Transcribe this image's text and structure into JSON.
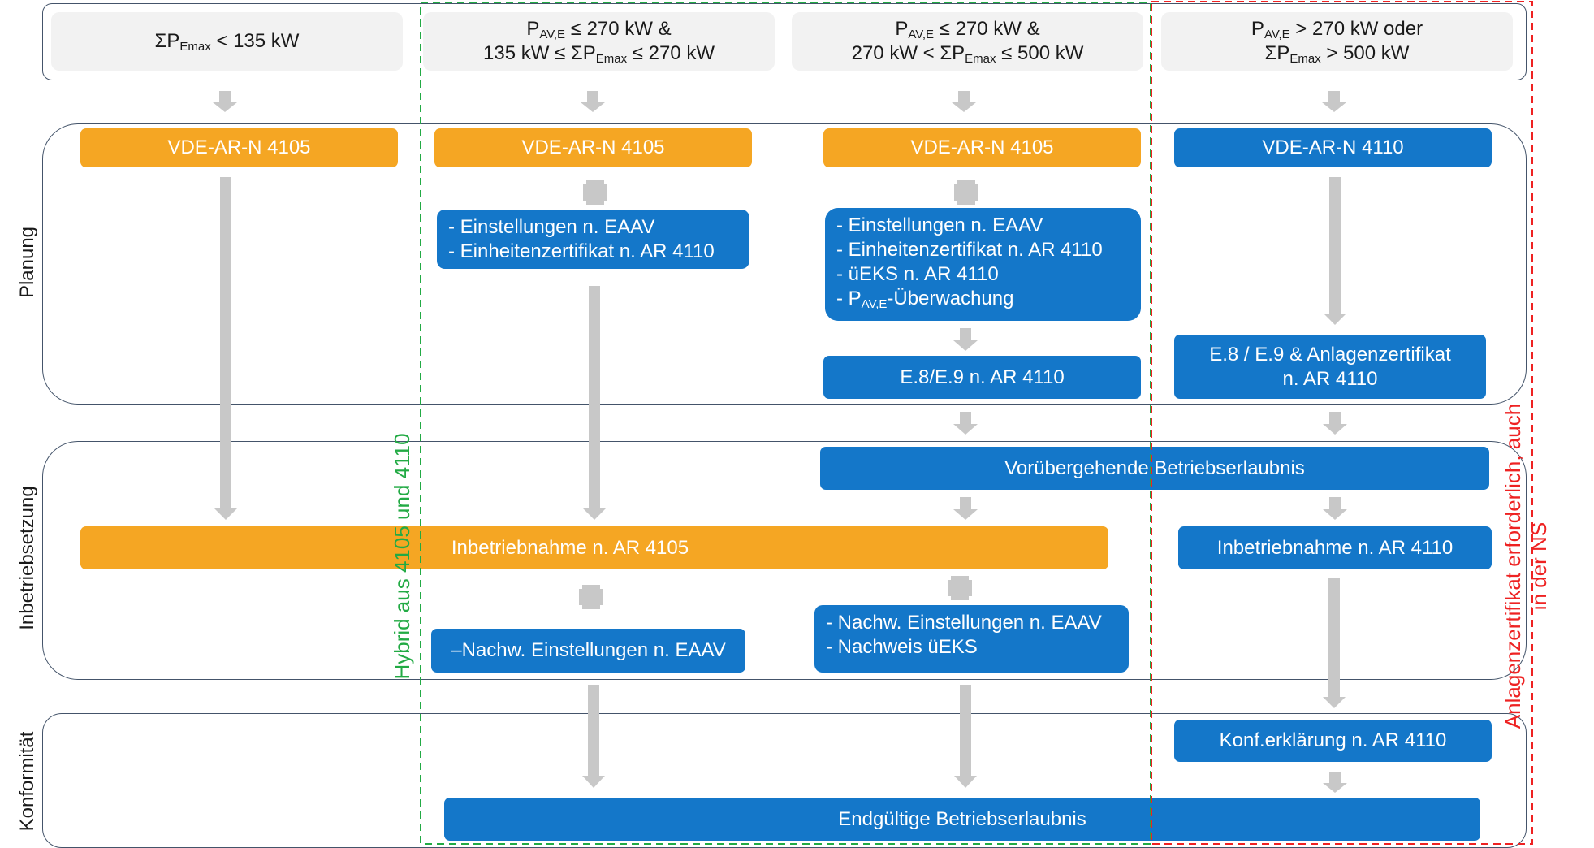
{
  "conditions": [
    {
      "base": "ΣP",
      "sub": "Emax",
      "rest": " < 135 kW"
    },
    {
      "line1_base": "P",
      "line1_sub": "AV,E",
      "line1_rest": " ≤ 270 kW &",
      "line2_pre": "135 kW ≤ ΣP",
      "line2_sub": "Emax",
      "line2_rest": " ≤ 270 kW"
    },
    {
      "line1_base": "P",
      "line1_sub": "AV,E",
      "line1_rest": " ≤ 270 kW &",
      "line2_pre": "270 kW < ΣP",
      "line2_sub": "Emax",
      "line2_rest": " ≤ 500 kW"
    },
    {
      "line1_base": "P",
      "line1_sub": "AV,E",
      "line1_rest": " > 270 kW oder",
      "line2_pre": "ΣP",
      "line2_sub": "Emax",
      "line2_rest": " > 500 kW"
    }
  ],
  "phases": {
    "planung": "Planung",
    "inbetriebsetzung": "Inbetriebsetzung",
    "konformitaet": "Konformität"
  },
  "planung": {
    "col1_norm": "VDE-AR-N 4105",
    "col2_norm": "VDE-AR-N 4105",
    "col3_norm": "VDE-AR-N 4105",
    "col4_norm": "VDE-AR-N 4110",
    "col2_items": [
      "- Einstellungen n. EAAV",
      "- Einheitenzertifikat n. AR 4110"
    ],
    "col3_items": [
      "- Einstellungen n. EAAV",
      "- Einheitenzertifikat n. AR 4110",
      "- üEKS n. AR 4110"
    ],
    "col3_last_pre": "- P",
    "col3_last_sub": "AV,E",
    "col3_last_rest": "-Überwachung",
    "col3_e8": "E.8/E.9 n. AR 4110",
    "col4_e8_line1": "E.8 / E.9 & Anlagenzertifikat",
    "col4_e8_line2": "n. AR 4110"
  },
  "inbetriebsetzung": {
    "temp_permit": "Vorübergehende Betriebserlaubnis",
    "commissioning_4105": "Inbetriebnahme n. AR 4105",
    "commissioning_4110": "Inbetriebnahme n. AR 4110",
    "col2_proof": "–Nachw. Einstellungen n. EAAV",
    "col3_proof": [
      "- Nachw. Einstellungen n. EAAV",
      "- Nachweis üEKS"
    ]
  },
  "konformitaet": {
    "conf_declaration": "Konf.erklärung n. AR 4110",
    "final_permit": "Endgültige Betriebserlaubnis"
  },
  "annotations": {
    "hybrid": "Hybrid aus 4105 und 4110",
    "certificate_line1": "Anlagenzertifikat erforderlich, auch",
    "certificate_line2": "in der NS"
  },
  "colors": {
    "orange": "#f5a623",
    "blue": "#1477c9",
    "arrow": "#c8c8c8",
    "hybrid_dash": "#22aa44",
    "certificate_dash": "#ee2222",
    "panel_border": "#44546a"
  }
}
